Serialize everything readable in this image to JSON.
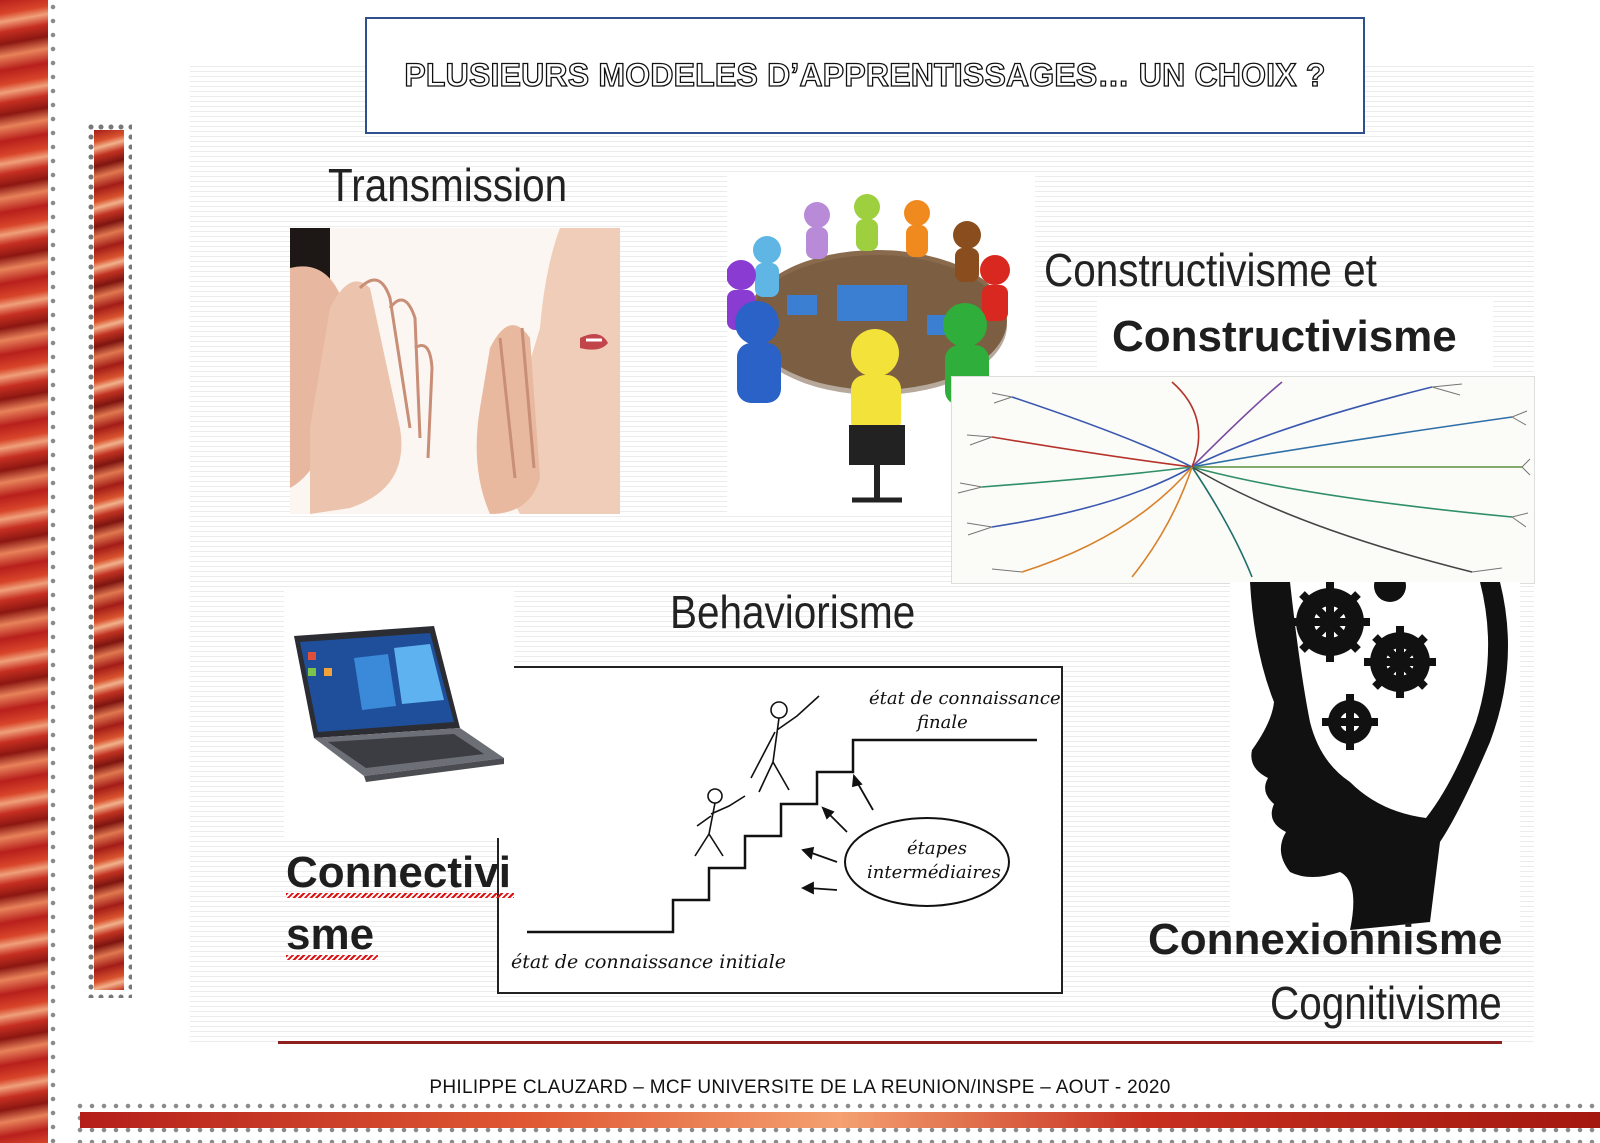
{
  "slide": {
    "title": "PLUSIEURS MODELES D’APPRENTISSAGES… UN CHOIX ?",
    "footer": "PHILIPPE CLAUZARD – MCF UNIVERSITE DE LA REUNION/INSPE – AOUT - 2020"
  },
  "labels": {
    "transmission": "Transmission",
    "constructivisme_et": "Constructivisme et",
    "constructivisme": "Constructivisme",
    "behaviorisme": "Behaviorisme",
    "connectivisme_part1": "Connectivi",
    "connectivisme_part2": "sme",
    "connexionnisme": "Connexionnisme",
    "cognitivisme": "Cognitivisme"
  },
  "stairs_diagram": {
    "final_state": "état de connaissance finale",
    "final_state_line1": "état de connaissance",
    "final_state_line2": "finale",
    "intermediate_line1": "étapes",
    "intermediate_line2": "intermédiaires",
    "initial_state": "état de connaissance initiale"
  },
  "colors": {
    "title_border": "#2f4f8f",
    "accent_red": "#b8201c",
    "underline_red": "#8e2020"
  }
}
